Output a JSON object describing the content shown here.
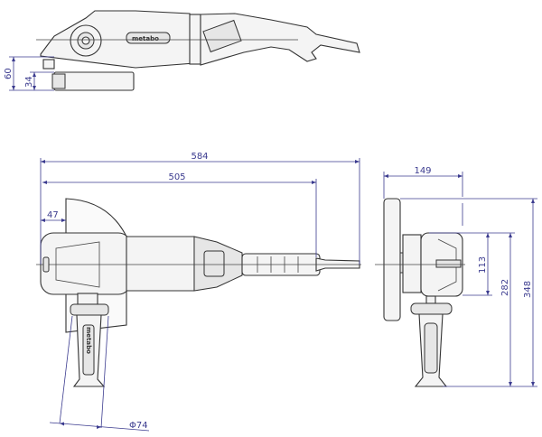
{
  "brand": "metabo",
  "dimensions": {
    "overall_length": "584",
    "body_length": "505",
    "guard_offset": "47",
    "handle_diameter": "Φ74",
    "side_depth": "149",
    "head_height": "113",
    "height_with_handle": "282",
    "total_height": "348",
    "top_height": "60",
    "spindle_height": "34"
  },
  "colors": {
    "dimension": "#3b3b8f",
    "outline": "#333333"
  }
}
